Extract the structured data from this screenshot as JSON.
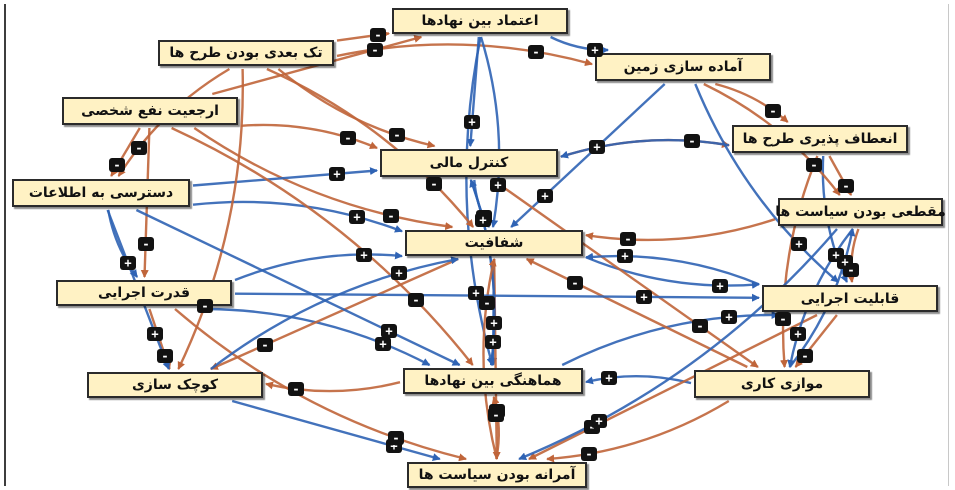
{
  "diagram": {
    "colors": {
      "negative_edge": "#c0653a",
      "positive_edge": "#2f63b4",
      "node_fill": "#fff2c4",
      "badge_fill": "#121212"
    },
    "nodes": [
      {
        "id": "n1",
        "label": "اعتماد بین نهادها"
      },
      {
        "id": "n2",
        "label": "تک بعدی بودن طرح ها"
      },
      {
        "id": "n3",
        "label": "آماده سازی زمین"
      },
      {
        "id": "n4",
        "label": "ارجعیت نفع شخصی"
      },
      {
        "id": "n5",
        "label": "انعطاف پذیری طرح ها"
      },
      {
        "id": "n6",
        "label": "کنترل مالی"
      },
      {
        "id": "n7",
        "label": "دسترسی به اطلاعات"
      },
      {
        "id": "n8",
        "label": "مقطعی بودن سیاست ها"
      },
      {
        "id": "n9",
        "label": "شفافیت"
      },
      {
        "id": "n10",
        "label": "قدرت اجرایی"
      },
      {
        "id": "n11",
        "label": "قابلیت اجرایی"
      },
      {
        "id": "n12",
        "label": "هماهنگی بین نهادها"
      },
      {
        "id": "n13",
        "label": "موازی کاری"
      },
      {
        "id": "n14",
        "label": "کوچک سازی"
      },
      {
        "id": "n15",
        "label": "آمرانه بودن سیاست ها"
      }
    ],
    "edges": [
      {
        "from": "n2",
        "to": "n3",
        "sign": "-"
      },
      {
        "from": "n2",
        "to": "n1",
        "sign": "-"
      },
      {
        "from": "n1",
        "to": "n3",
        "sign": "+"
      },
      {
        "from": "n4",
        "to": "n6",
        "sign": "-"
      },
      {
        "from": "n4",
        "to": "n1",
        "sign": "-"
      },
      {
        "from": "n4",
        "to": "n9",
        "sign": "-"
      },
      {
        "from": "n7",
        "to": "n9",
        "sign": "+"
      },
      {
        "from": "n7",
        "to": "n6",
        "sign": "+"
      },
      {
        "from": "n6",
        "to": "n9",
        "sign": "+"
      },
      {
        "from": "n6",
        "to": "n5",
        "sign": "-"
      },
      {
        "from": "n5",
        "to": "n8",
        "sign": "-"
      },
      {
        "from": "n8",
        "to": "n11",
        "sign": "-"
      },
      {
        "from": "n8",
        "to": "n9",
        "sign": "-"
      },
      {
        "from": "n9",
        "to": "n12",
        "sign": "+"
      },
      {
        "from": "n9",
        "to": "n11",
        "sign": "+"
      },
      {
        "from": "n10",
        "to": "n9",
        "sign": "+"
      },
      {
        "from": "n10",
        "to": "n14",
        "sign": "-"
      },
      {
        "from": "n13",
        "to": "n12",
        "sign": "+"
      },
      {
        "from": "n12",
        "to": "n14",
        "sign": "-"
      },
      {
        "from": "n14",
        "to": "n15",
        "sign": "+"
      },
      {
        "from": "n15",
        "to": "n12",
        "sign": "-"
      },
      {
        "from": "n13",
        "to": "n15",
        "sign": "-"
      },
      {
        "from": "n11",
        "to": "n13",
        "sign": "-"
      },
      {
        "from": "n13",
        "to": "n8",
        "sign": "+"
      },
      {
        "from": "n3",
        "to": "n5",
        "sign": "-"
      },
      {
        "from": "n3",
        "to": "n9",
        "sign": "+"
      },
      {
        "from": "n1",
        "to": "n12",
        "sign": "+"
      },
      {
        "from": "n2",
        "to": "n14",
        "sign": "-"
      },
      {
        "from": "n4",
        "to": "n7",
        "sign": "-"
      },
      {
        "from": "n7",
        "to": "n10",
        "sign": "+"
      },
      {
        "from": "n10",
        "to": "n12",
        "sign": "+"
      },
      {
        "from": "n11",
        "to": "n15",
        "sign": "-"
      },
      {
        "from": "n5",
        "to": "n11",
        "sign": "+"
      },
      {
        "from": "n6",
        "to": "n12",
        "sign": "+"
      },
      {
        "from": "n9",
        "to": "n14",
        "sign": "-"
      },
      {
        "from": "n8",
        "to": "n13",
        "sign": "+"
      },
      {
        "from": "n2",
        "to": "n9",
        "sign": "-"
      },
      {
        "from": "n1",
        "to": "n6",
        "sign": "+"
      },
      {
        "from": "n3",
        "to": "n11",
        "sign": "+"
      },
      {
        "from": "n4",
        "to": "n12",
        "sign": "-"
      },
      {
        "from": "n7",
        "to": "n14",
        "sign": "+"
      },
      {
        "from": "n10",
        "to": "n15",
        "sign": "-"
      },
      {
        "from": "n12",
        "to": "n11",
        "sign": "+"
      },
      {
        "from": "n6",
        "to": "n13",
        "sign": "-"
      },
      {
        "from": "n5",
        "to": "n6",
        "sign": "+"
      },
      {
        "from": "n1",
        "to": "n9",
        "sign": "+"
      },
      {
        "from": "n9",
        "to": "n15",
        "sign": "-"
      },
      {
        "from": "n2",
        "to": "n7",
        "sign": "-"
      },
      {
        "from": "n3",
        "to": "n8",
        "sign": "-"
      },
      {
        "from": "n4",
        "to": "n10",
        "sign": "-"
      },
      {
        "from": "n11",
        "to": "n9",
        "sign": "+"
      },
      {
        "from": "n14",
        "to": "n9",
        "sign": "+"
      },
      {
        "from": "n13",
        "to": "n9",
        "sign": "-"
      },
      {
        "from": "n12",
        "to": "n6",
        "sign": "+"
      },
      {
        "from": "n15",
        "to": "n9",
        "sign": "-"
      },
      {
        "from": "n7",
        "to": "n12",
        "sign": "+"
      },
      {
        "from": "n5",
        "to": "n13",
        "sign": "-"
      },
      {
        "from": "n8",
        "to": "n15",
        "sign": "+"
      },
      {
        "from": "n10",
        "to": "n11",
        "sign": "+"
      },
      {
        "from": "n2",
        "to": "n6",
        "sign": "-"
      }
    ]
  }
}
